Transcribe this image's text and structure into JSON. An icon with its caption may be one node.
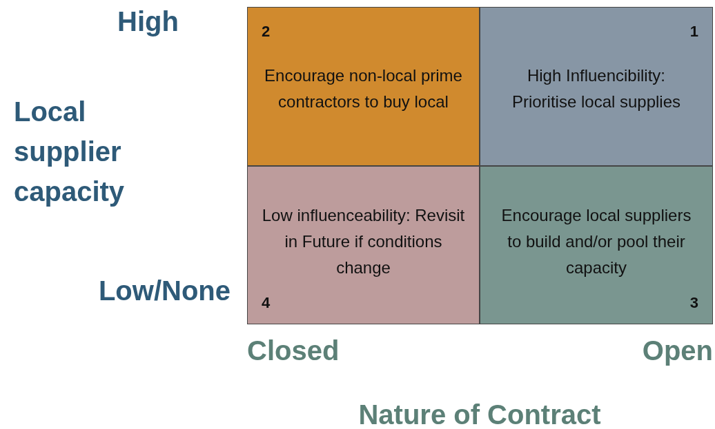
{
  "diagram": {
    "nodes": [
      {
        "text": [
          "2",
          "Encourage non-local prime contractors to buy local"
        ]
      },
      {
        "text": [
          "1",
          "High Influencibility: Prioritise local supplies"
        ]
      },
      {
        "text": [
          "Low influenceability: Revisit in Future if conditions change",
          "4"
        ]
      },
      {
        "text": [
          "Encourage local suppliers to build and/or pool their capacity",
          "3"
        ]
      }
    ],
    "labels": [
      "High",
      "Local supplier capacity",
      "Low/None",
      "Closed",
      "Open",
      "Nature of Contract"
    ]
  }
}
